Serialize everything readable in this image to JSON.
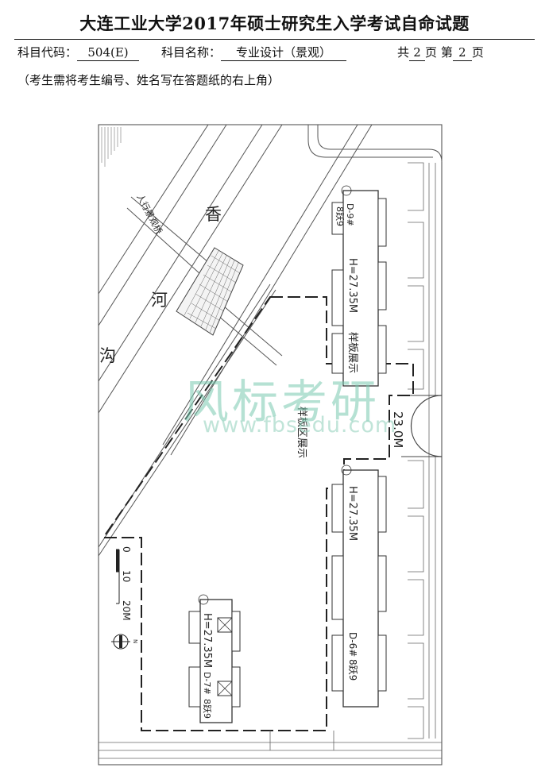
{
  "header": {
    "title": "大连工业大学2017年硕士研究生入学考试自命试题",
    "code_label": "科目代码：",
    "code_value": "504(E)",
    "name_label": "科目名称：",
    "name_value": "专业设计（景观）",
    "total_prefix": "共",
    "total_pages": "2",
    "page_word": "页",
    "current_prefix": "第",
    "current_page": "2",
    "current_suffix": "页"
  },
  "note": "（考生需将考生编号、姓名写在答题纸的右上角）",
  "plan": {
    "river_chars": [
      "香",
      "河",
      "沟"
    ],
    "bridge_label": "人行景观桥",
    "road_width": "23.0M",
    "zone_label": "样板区展示",
    "buildings": [
      {
        "id": "D-9#",
        "floors": "8跃9",
        "height": "H=27.35M",
        "extra": "样板展示"
      },
      {
        "id": "D-6#",
        "floors": "8跃9",
        "height": "H=27.35M"
      },
      {
        "id": "D-7#",
        "floors": "8跃9",
        "height": "H=27.35M"
      }
    ],
    "scale": {
      "ticks": [
        "0",
        "10",
        "20M"
      ]
    },
    "north": "N"
  },
  "watermark": {
    "text": "风标考研",
    "url": "www.fbsedu.com"
  }
}
